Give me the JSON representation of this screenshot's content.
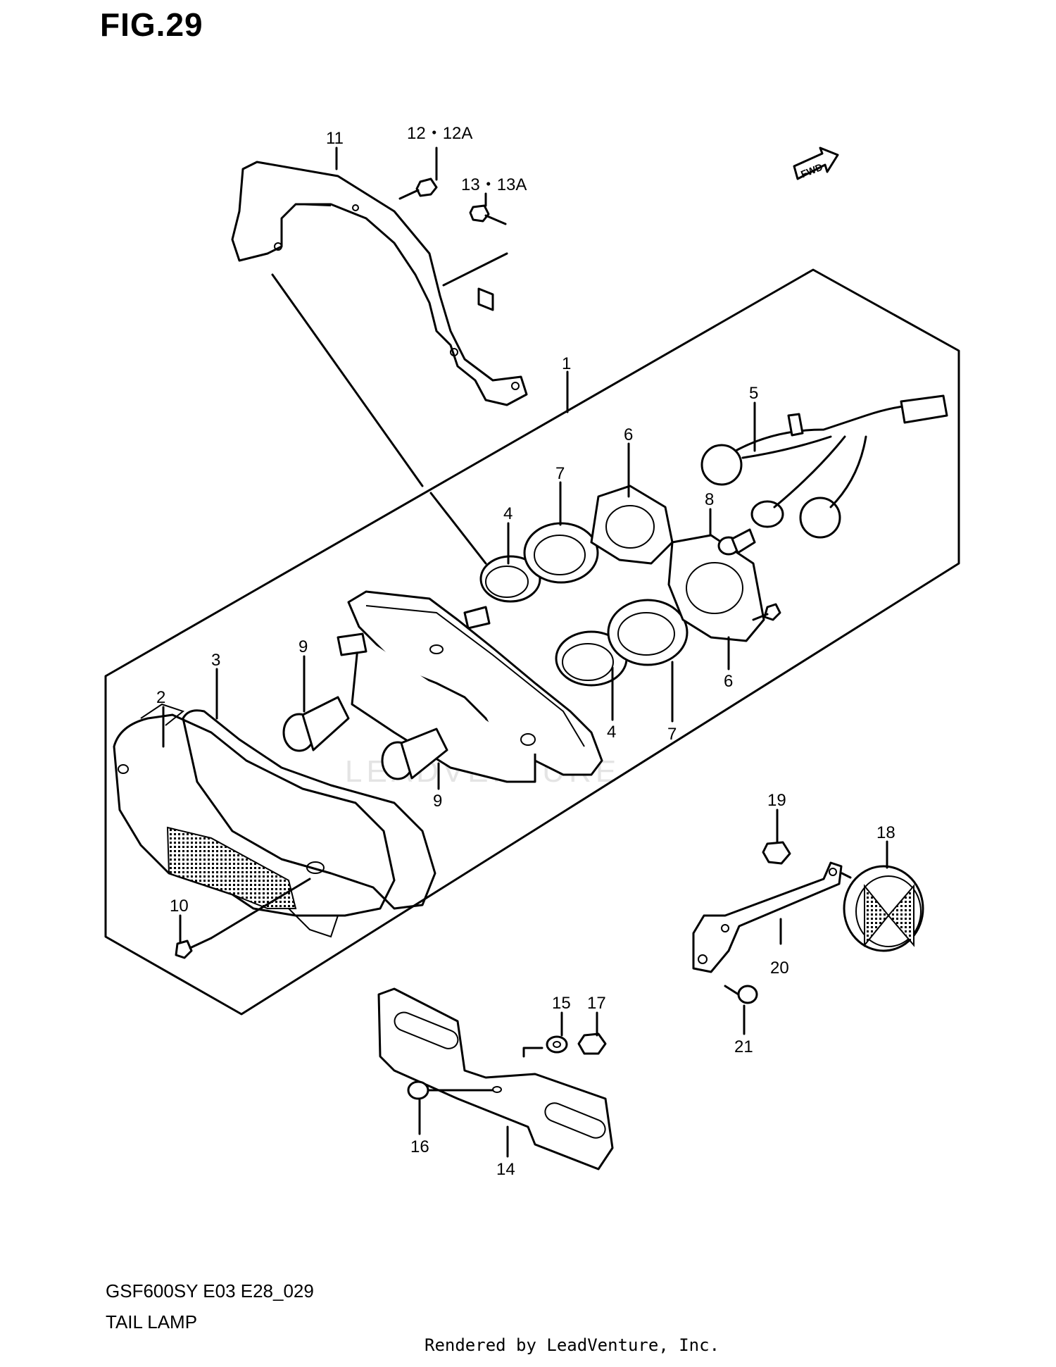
{
  "figure": {
    "title": "FIG.29",
    "model_code": "GSF600SY E03 E28_029",
    "section_name": "TAIL LAMP",
    "credit": "Rendered by LeadVenture, Inc.",
    "watermark": "LEADVENTURE",
    "direction_marker": "FWD"
  },
  "callouts": {
    "c1": "1",
    "c2": "2",
    "c3": "3",
    "c4a": "4",
    "c4b": "4",
    "c5": "5",
    "c6a": "6",
    "c6b": "6",
    "c7a": "7",
    "c7b": "7",
    "c8": "8",
    "c9a": "9",
    "c9b": "9",
    "c10": "10",
    "c11": "11",
    "c12": "12・12A",
    "c13": "13・13A",
    "c14": "14",
    "c15": "15",
    "c16": "16",
    "c17": "17",
    "c18": "18",
    "c19": "19",
    "c20": "20",
    "c21": "21"
  },
  "colors": {
    "line": "#000000",
    "background": "#ffffff",
    "watermark": "#e4e4e4"
  }
}
